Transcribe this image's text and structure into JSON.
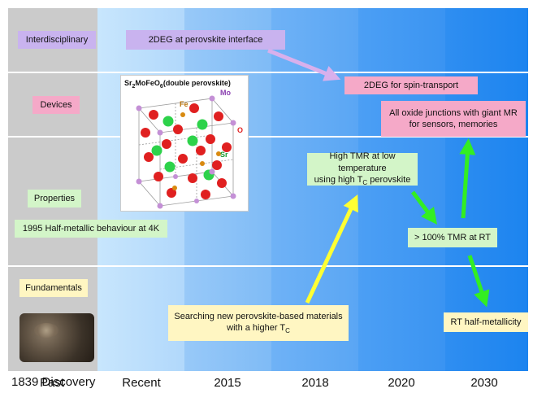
{
  "rows": {
    "interdisciplinary": "Interdisciplinary",
    "devices": "Devices",
    "properties": "Properties",
    "fundamentals": "Fundamentals"
  },
  "periods": [
    "Past",
    "Recent",
    "2015",
    "2018",
    "2020",
    "2030"
  ],
  "boxes": {
    "half_metallic_1995": "1995 Half-metallic behaviour at 4K",
    "discovery_1839": "1839 Discovery",
    "twodeg_interface": "2DEG at perovskite interface",
    "twodeg_spin": "2DEG for spin-transport",
    "oxide_junctions": "All oxide junctions with giant MR for sensors, memories",
    "high_tmr_line1": "High TMR at low temperature",
    "high_tmr_line2": "using high T",
    "high_tmr_sub": "C",
    "high_tmr_end": " perovskite",
    "tmr_rt": "> 100% TMR at RT",
    "searching_line1": "Searching new perovskite-based materials",
    "searching_line2": "with a higher T",
    "searching_sub": "C",
    "rt_half": "RT half-metallicity"
  },
  "crystal": {
    "title": "Sr",
    "title_sub": "2",
    "title_mid": "MoFeO",
    "title_sub2": "6",
    "title_end": "(double perovskite)",
    "labels": {
      "fe": "Fe",
      "mo": "Mo",
      "o": "O",
      "sr": "Sr"
    }
  },
  "colors": {
    "past": "#cbcbcb",
    "recent": "#b7dcfb",
    "y2015": "#86bff7",
    "y2018": "#5ea9f5",
    "y2020": "#3f97f3",
    "y2030": "#1f86f0",
    "purple": "#c9b3ef",
    "pink": "#f5a9c8",
    "green": "#d3f5c8",
    "yellow": "#fff6c2",
    "arrow_green": "#33ee22",
    "arrow_yellow": "#ffff33",
    "arrow_purple": "#d8b0ec"
  }
}
